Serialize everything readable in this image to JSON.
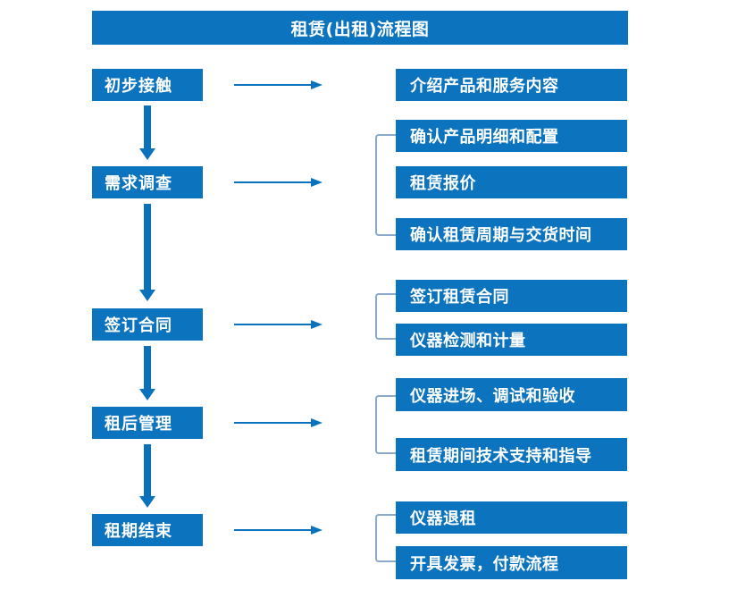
{
  "diagram": {
    "title": "租赁(出租)流程图",
    "accent_color": "#0c73be",
    "bracket_color": "#8aa8c8",
    "text_color": "#ffffff",
    "background_color": "#ffffff"
  },
  "stages": [
    {
      "label": "初步接触"
    },
    {
      "label": "需求调查"
    },
    {
      "label": "签订合同"
    },
    {
      "label": "租后管理"
    },
    {
      "label": "租期结束"
    }
  ],
  "details": [
    {
      "label": "介绍产品和服务内容"
    },
    {
      "label": "确认产品明细和配置"
    },
    {
      "label": "租赁报价"
    },
    {
      "label": "确认租赁周期与交货时间"
    },
    {
      "label": "签订租赁合同"
    },
    {
      "label": "仪器检测和计量"
    },
    {
      "label": "仪器进场、调试和验收"
    },
    {
      "label": "租赁期间技术支持和指导"
    },
    {
      "label": "仪器退租"
    },
    {
      "label": "开具发票，付款流程"
    }
  ],
  "connectors": {
    "right_arrow_count": 5,
    "down_arrow_count": 4,
    "bracket_count": 4
  }
}
